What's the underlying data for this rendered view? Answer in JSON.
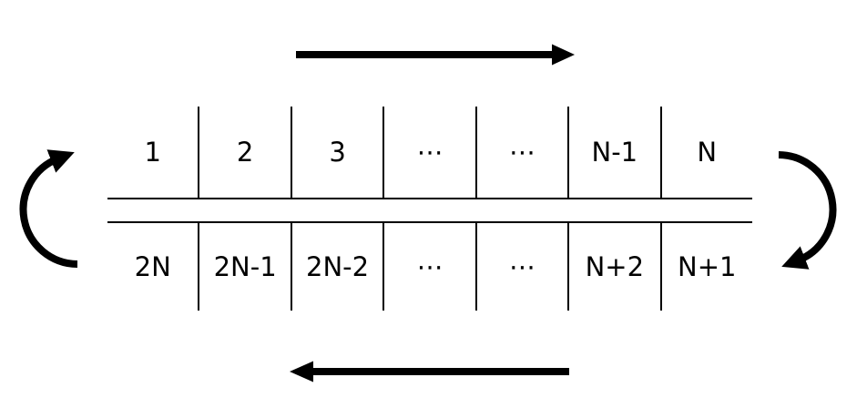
{
  "page": {
    "background": "#ffffff",
    "ink": "#000000"
  },
  "diagram": {
    "kind": "circular-array-two-row-diagram",
    "rows": {
      "top": {
        "cells": [
          "1",
          "2",
          "3",
          "⋯",
          "⋯",
          "N-1",
          "N"
        ]
      },
      "bottom": {
        "cells": [
          "2N",
          "2N-1",
          "2N-2",
          "⋯",
          "⋯",
          "N+2",
          "N+1"
        ]
      }
    },
    "icons": {
      "top_arrow": "right-arrow",
      "bottom_arrow": "left-arrow",
      "left_arc": "wrap-around-up-arrow",
      "right_arc": "wrap-around-down-arrow"
    }
  }
}
